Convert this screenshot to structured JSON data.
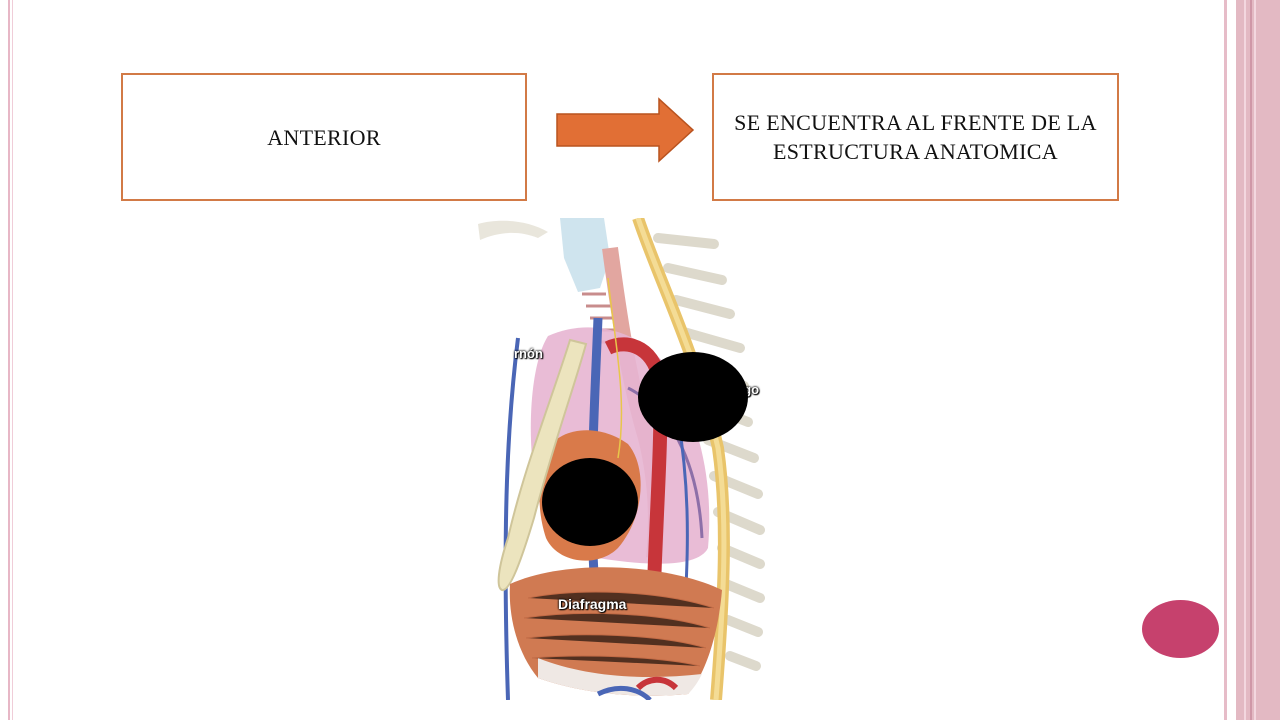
{
  "slide": {
    "left_box": {
      "text": "ANTERIOR"
    },
    "right_box": {
      "text": "SE ENCUENTRA AL FRENTE DE LA ESTRUCTURA ANATOMICA"
    }
  },
  "figure": {
    "labels": {
      "esternon": "rnón",
      "esofago": "ago",
      "diafragma": "Diafragma"
    }
  },
  "colors": {
    "box_border": "#d27a46",
    "arrow": "#e16f35",
    "nav_dot": "#c6416d",
    "border_pink": "#e3b9c3"
  },
  "icons": {
    "arrow": "right-arrow-icon",
    "nav": "circle-icon"
  }
}
